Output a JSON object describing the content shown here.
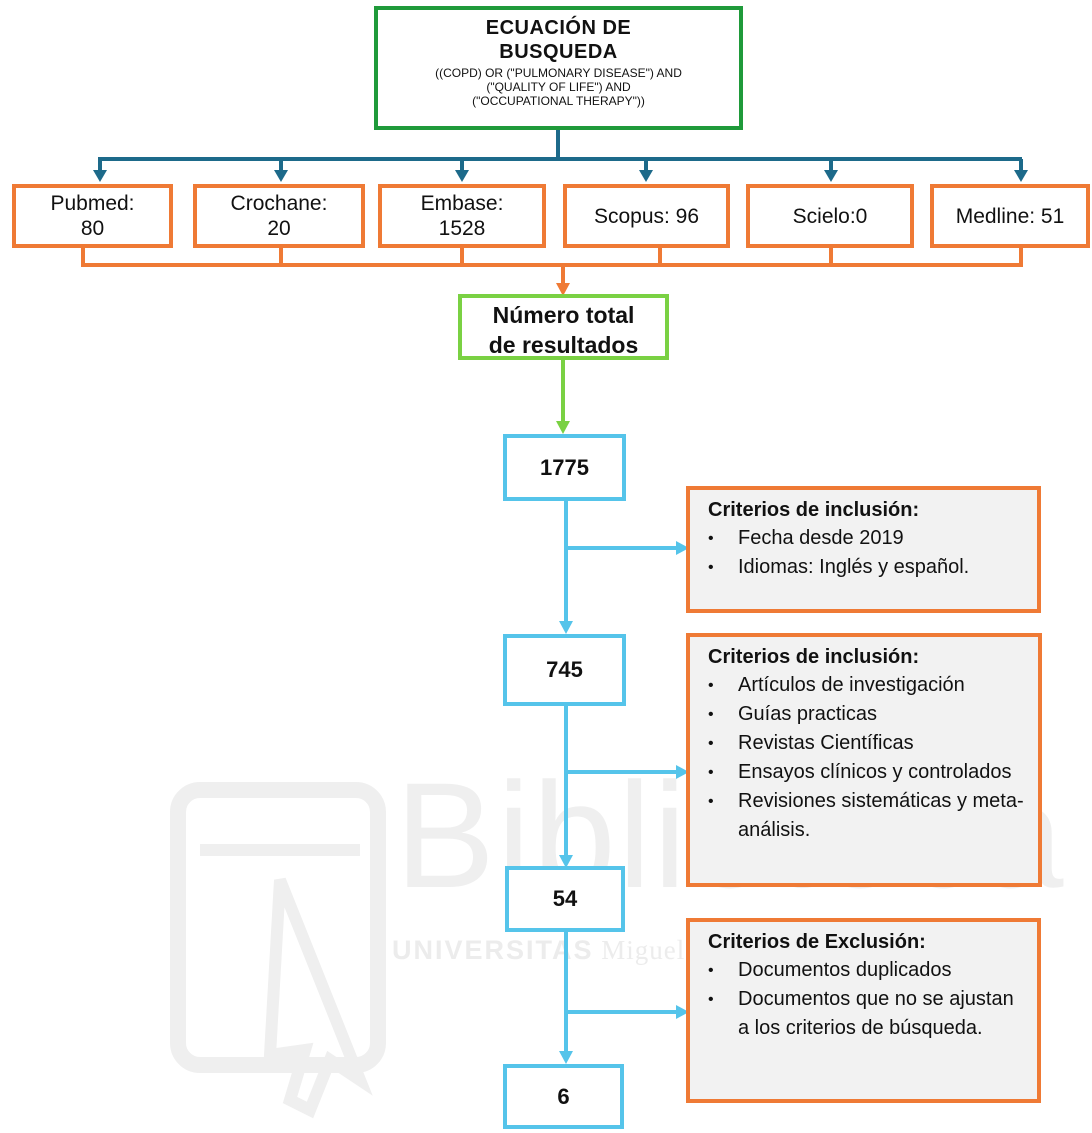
{
  "equation": {
    "title_line1": "ECUACIÓN  DE",
    "title_line2": "BUSQUEDA",
    "query_line1": "((COPD) OR (\"PULMONARY   DISEASE\")  AND",
    "query_line2": "(\"QUALITY   OF LIFE\")  AND",
    "query_line3": "(\"OCCUPATIONAL THERAPY\"))"
  },
  "databases": [
    {
      "label": "Pubmed:\n80"
    },
    {
      "label": "Crochane:\n20"
    },
    {
      "label": "Embase:\n1528"
    },
    {
      "label": "Scopus: 96"
    },
    {
      "label": "Scielo:0"
    },
    {
      "label": "Medline: 51"
    }
  ],
  "total": {
    "line1": "Número total",
    "line2": "de resultados"
  },
  "counts": [
    "1775",
    "745",
    "54",
    "6"
  ],
  "criteria": [
    {
      "title": "Criterios de inclusión:",
      "items": [
        "Fecha desde 2019",
        "Idiomas: Inglés y español."
      ]
    },
    {
      "title": "Criterios de inclusión:",
      "items": [
        "Artículos de investigación",
        "Guías practicas",
        "Revistas Científicas",
        "Ensayos clínicos y controlados",
        "Revisiones sistemáticas y meta-análisis."
      ]
    },
    {
      "title": "Criterios de Exclusión:",
      "items": [
        "Documentos duplicados",
        "Documentos que no se ajustan a los criterios de búsqueda."
      ]
    }
  ],
  "watermark": {
    "main": "Biblioteca",
    "sub_bold": "UNIVERSITAS",
    "sub_rest": "Miguel Hernández"
  },
  "colors": {
    "dark_blue": "#1d6a8a",
    "orange": "#ef7a35",
    "green": "#1f9a3a",
    "light_green": "#7ad143",
    "cyan": "#55c4ea"
  }
}
